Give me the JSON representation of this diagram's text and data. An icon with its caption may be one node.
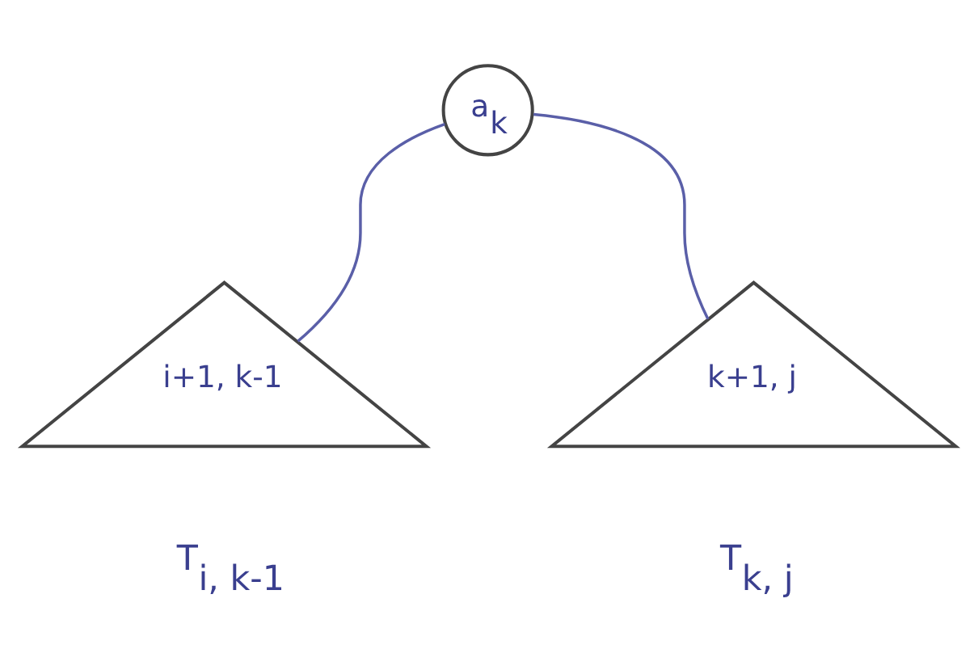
{
  "diagram": {
    "nodes": [
      {
        "text": [
          "a$_{k}$"
        ]
      },
      {
        "text": [
          "i+1, k-1"
        ],
        "beside": [
          "T$_{i, k-1}$"
        ]
      },
      {
        "text": [
          "k+1, j"
        ],
        "beside": [
          "T$_{k, j}$"
        ]
      }
    ],
    "edges": [
      {
        "from": 0,
        "to": 1,
        "arrow": "none"
      },
      {
        "from": 0,
        "to": 2,
        "arrow": "none"
      }
    ]
  }
}
